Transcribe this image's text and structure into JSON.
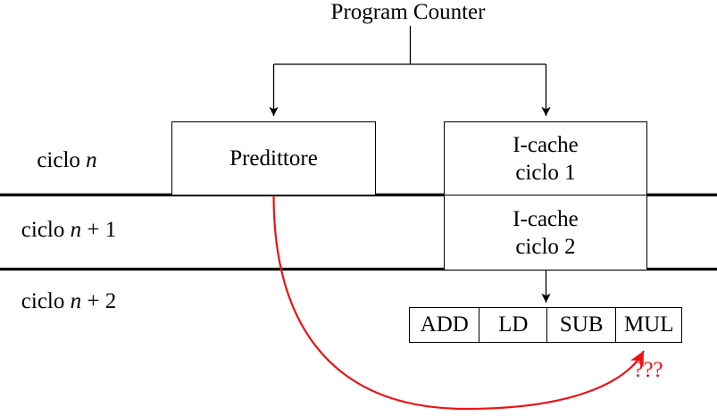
{
  "title": {
    "program_counter": "Program Counter"
  },
  "rows": [
    {
      "pre": "ciclo ",
      "var": "n",
      "post": ""
    },
    {
      "pre": "ciclo ",
      "var": "n",
      "post": " + 1"
    },
    {
      "pre": "ciclo ",
      "var": "n",
      "post": " + 2"
    }
  ],
  "boxes": {
    "predictor": {
      "label": "Predittore"
    },
    "icache1": {
      "line1": "I-cache",
      "line2": "ciclo 1"
    },
    "icache2": {
      "line1": "I-cache",
      "line2": "ciclo 2"
    }
  },
  "instructions": [
    "ADD",
    "LD",
    "SUB",
    "MUL"
  ],
  "annotation": {
    "question": "???"
  },
  "colors": {
    "diagram_line": "#000000",
    "accent_red": "#ed1212",
    "background": "#ffffff"
  }
}
